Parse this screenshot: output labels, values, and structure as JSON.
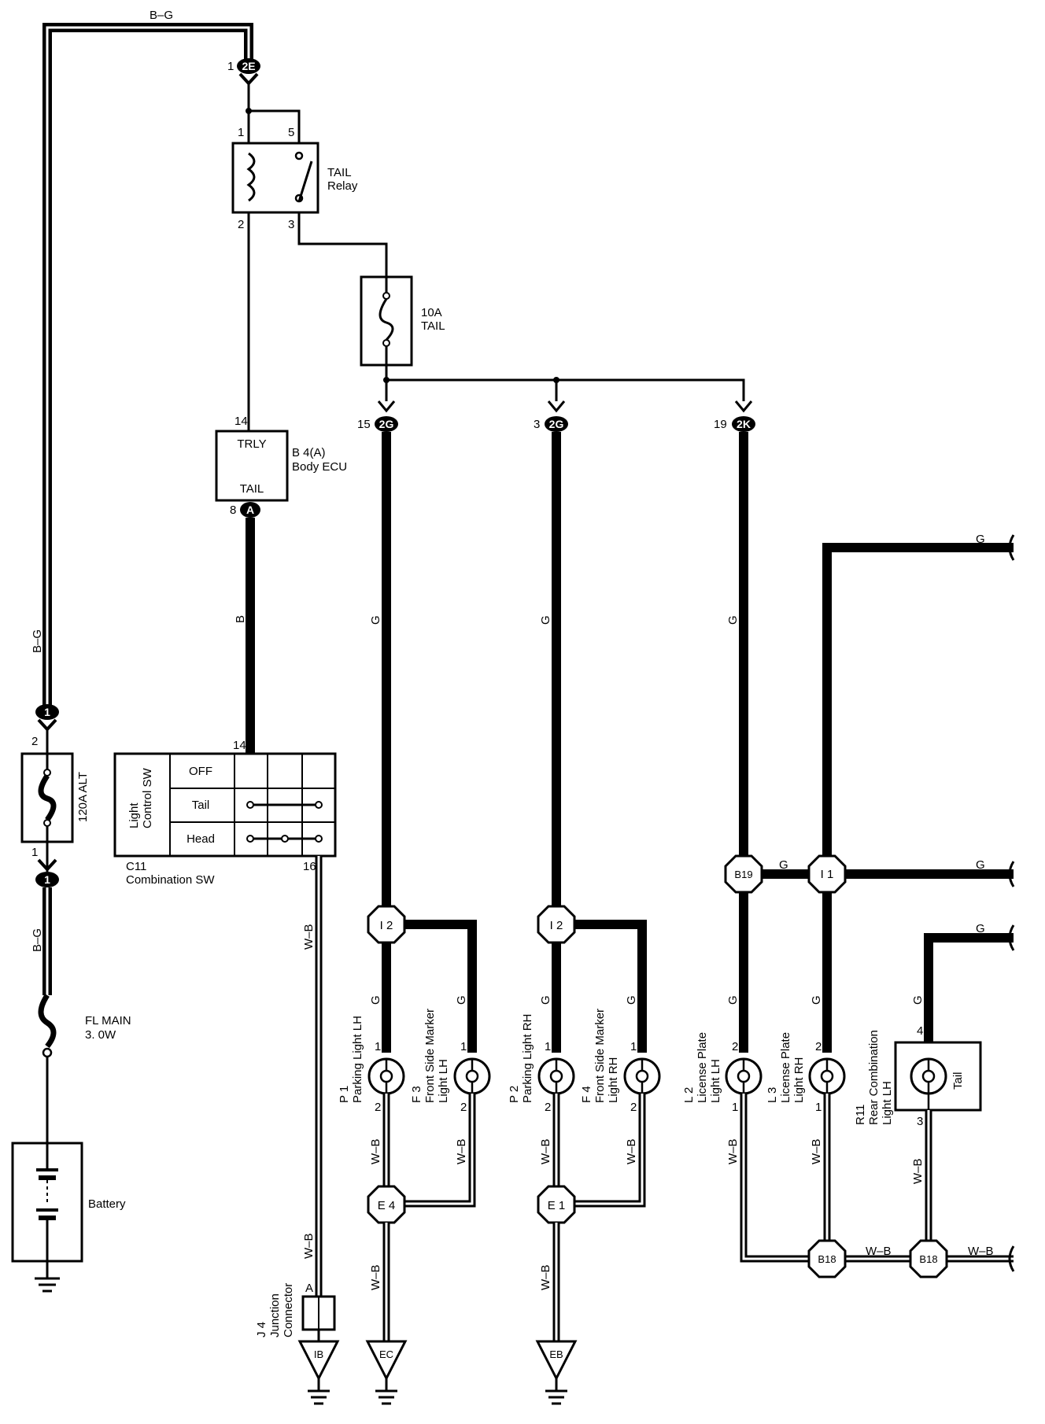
{
  "wires": {
    "bg_top": "B–G",
    "bg_left": "B–G",
    "bg_lower": "B–G",
    "b_ecu": "B",
    "g_p1": "G",
    "g_p2": "G",
    "g_mid": "G",
    "g_r_top": "G",
    "g_r_mid": "G",
    "g_b19": "G",
    "g_r_low": "G",
    "g_p1_lower": "G",
    "g_f3": "G",
    "g_p2_lower": "G",
    "g_f4": "G",
    "g_l2": "G",
    "g_l3": "G",
    "g_r11": "G",
    "wb_c11": "W–B",
    "wb_j4": "W–B",
    "wb_p1": "W–B",
    "wb_f3": "W–B",
    "wb_e4": "W–B",
    "wb_p2": "W–B",
    "wb_f4": "W–B",
    "wb_e1": "W–B",
    "wb_l2": "W–B",
    "wb_l3": "W–B",
    "wb_r11": "W–B",
    "wb_b18a": "W–B",
    "wb_b18b": "W–B"
  },
  "connectors": {
    "c2e": "2E",
    "c2g_a": "2G",
    "c2g_b": "2G",
    "c2k": "2K",
    "ecu_a": "A",
    "alt_top": "1",
    "alt_bot": "1"
  },
  "pins": {
    "p_2e": "1",
    "relay_1": "1",
    "relay_5": "5",
    "relay_2": "2",
    "relay_3": "3",
    "p_15": "15",
    "p_3": "3",
    "p_19": "19",
    "ecu_14": "14",
    "ecu_8": "8",
    "alt_2": "2",
    "alt_1": "1",
    "c11_14": "14",
    "c11_16": "16",
    "j4_a": "A",
    "p1_1": "1",
    "p1_2": "2",
    "f3_1": "1",
    "f3_2": "2",
    "p2_1": "1",
    "p2_2": "2",
    "f4_1": "1",
    "f4_2": "2",
    "l2_2": "2",
    "l2_1": "1",
    "l3_2": "2",
    "l3_1": "1",
    "r11_4": "4",
    "r11_3": "3"
  },
  "components": {
    "tail_relay": {
      "name": "TAIL",
      "sub": "Relay"
    },
    "fuse_tail": {
      "rating": "10A",
      "name": "TAIL"
    },
    "body_ecu": {
      "terminal_top": "TRLY",
      "terminal_bot": "TAIL",
      "code": "B 4(A)",
      "name": "Body ECU"
    },
    "fuse_alt": {
      "label": "120A ALT"
    },
    "fl_main": {
      "name": "FL MAIN",
      "rating": "3. 0W"
    },
    "battery": {
      "label": "Battery"
    },
    "combo_sw": {
      "side_label_1": "Light",
      "side_label_2": "Control SW",
      "rows": [
        "OFF",
        "Tail",
        "Head"
      ],
      "code": "C11",
      "name": "Combination SW"
    },
    "j4": {
      "code": "J 4",
      "name_1": "Junction",
      "name_2": "Connector"
    },
    "p1": {
      "code": "P 1",
      "name": "Parking Light LH"
    },
    "f3": {
      "code": "F 3",
      "name_1": "Front Side Marker",
      "name_2": "Light LH"
    },
    "p2": {
      "code": "P 2",
      "name": "Parking Light RH"
    },
    "f4": {
      "code": "F 4",
      "name_1": "Front Side Marker",
      "name_2": "Light RH"
    },
    "l2": {
      "code": "L 2",
      "name_1": "License Plate",
      "name_2": "Light LH"
    },
    "l3": {
      "code": "L 3",
      "name_1": "License Plate",
      "name_2": "Light RH"
    },
    "r11": {
      "code": "R11",
      "name_1": "Rear Combination",
      "name_2": "Light LH",
      "bulb": "Tail"
    }
  },
  "splices": {
    "i2_a": "I 2",
    "i2_b": "I 2",
    "b19": "B19",
    "i1": "I 1",
    "e4": "E 4",
    "e1": "E 1",
    "b18_a": "B18",
    "b18_b": "B18"
  },
  "grounds": {
    "ib": "IB",
    "ec": "EC",
    "eb": "EB"
  }
}
